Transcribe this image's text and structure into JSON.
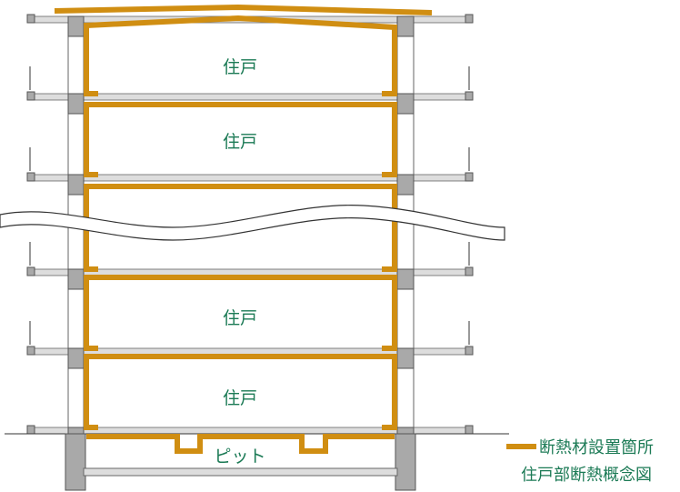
{
  "rooms": [
    "住戸",
    "住戸",
    "住戸",
    "住戸"
  ],
  "pit_label": "ピット",
  "legend": {
    "insulation_label": "断熱材設置箇所",
    "title": "住戸部断熱概念図"
  },
  "colors": {
    "insulation": "#d08e12",
    "label": "#1b7a55",
    "structure": "#a9a9a9"
  }
}
